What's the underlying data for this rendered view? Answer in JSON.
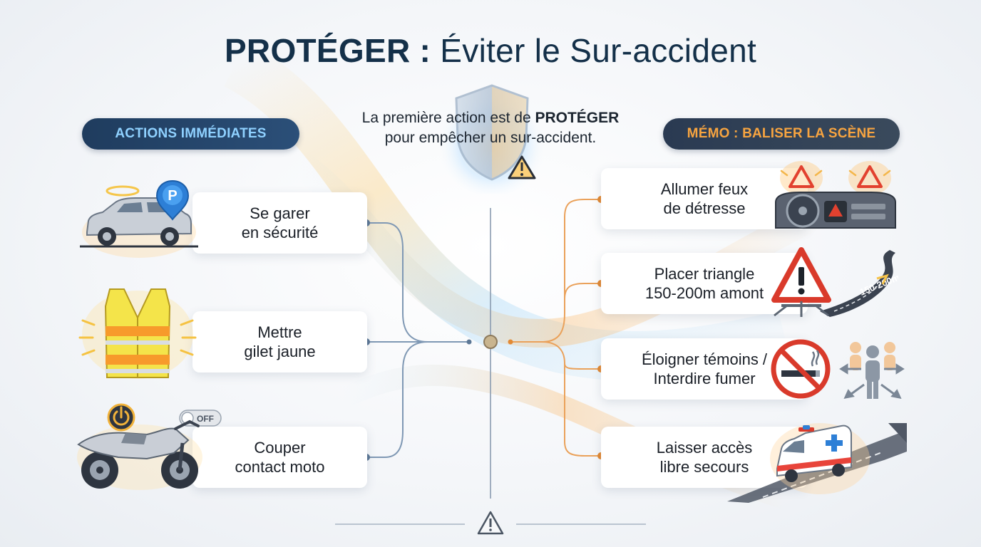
{
  "title": {
    "bold": "PROTÉGER :",
    "rest": "Éviter le Sur-accident"
  },
  "intro": {
    "line1_prefix": "La première action est de ",
    "line1_bold": "PROTÉGER",
    "line2": "pour empêcher un sur-accident."
  },
  "left_section": {
    "heading": "ACTIONS IMMÉDIATES",
    "items": [
      {
        "label": "Se garer\nen sécurité",
        "icon": "car-parking-icon"
      },
      {
        "label": "Mettre\ngilet jaune",
        "icon": "safety-vest-icon"
      },
      {
        "label": "Couper\ncontact moto",
        "icon": "motorcycle-icon"
      }
    ],
    "motorcycle_switch_label": "OFF"
  },
  "right_section": {
    "heading": "MÉMO : BALISER LA SCÈNE",
    "items": [
      {
        "label": "Allumer feux\nde détresse",
        "icon": "hazard-lights-dashboard-icon"
      },
      {
        "label": "Placer triangle\n150-200m amont",
        "icon": "warning-triangle-road-icon"
      },
      {
        "label": "Éloigner témoins /\nInterdire fumer",
        "icon": "no-smoking-witnesses-icon"
      },
      {
        "label": "Laisser accès\nlibre secours",
        "icon": "ambulance-icon"
      }
    ],
    "road_distance_label": "150-200m"
  },
  "colors": {
    "navy": "#143049",
    "left_accent": "#8fd1ff",
    "right_accent": "#f7a440",
    "left_line": "#7f98b4",
    "right_line": "#eaa15a",
    "danger_red": "#d93a2b"
  }
}
